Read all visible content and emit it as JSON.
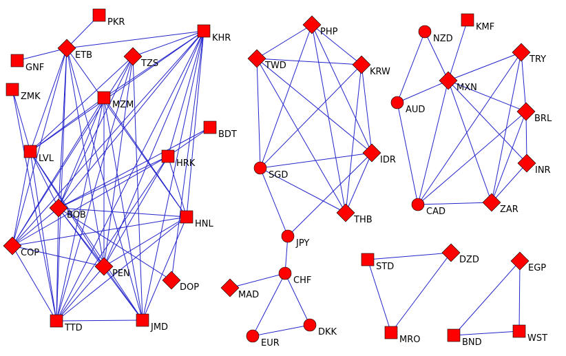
{
  "colors": {
    "node_fill": "#ff0000",
    "edge": "#2222cc",
    "label": "#000000",
    "background": "#ffffff"
  },
  "nodes": [
    {
      "id": "PKR",
      "shape": "square"
    },
    {
      "id": "GNF",
      "shape": "square"
    },
    {
      "id": "ETB",
      "shape": "diamond"
    },
    {
      "id": "TZS",
      "shape": "diamond"
    },
    {
      "id": "KHR",
      "shape": "square"
    },
    {
      "id": "ZMK",
      "shape": "square"
    },
    {
      "id": "MZM",
      "shape": "square"
    },
    {
      "id": "BDT",
      "shape": "square"
    },
    {
      "id": "LVL",
      "shape": "square"
    },
    {
      "id": "HRK",
      "shape": "square"
    },
    {
      "id": "BOB",
      "shape": "diamond"
    },
    {
      "id": "HNL",
      "shape": "square"
    },
    {
      "id": "COP",
      "shape": "diamond"
    },
    {
      "id": "PEN",
      "shape": "diamond"
    },
    {
      "id": "DOP",
      "shape": "diamond"
    },
    {
      "id": "TTD",
      "shape": "square"
    },
    {
      "id": "JMD",
      "shape": "square"
    },
    {
      "id": "PHP",
      "shape": "diamond"
    },
    {
      "id": "TWD",
      "shape": "diamond"
    },
    {
      "id": "KRW",
      "shape": "diamond"
    },
    {
      "id": "IDR",
      "shape": "diamond"
    },
    {
      "id": "SGD",
      "shape": "circle"
    },
    {
      "id": "THB",
      "shape": "diamond"
    },
    {
      "id": "JPY",
      "shape": "circle"
    },
    {
      "id": "CHF",
      "shape": "circle"
    },
    {
      "id": "MAD",
      "shape": "diamond"
    },
    {
      "id": "EUR",
      "shape": "circle"
    },
    {
      "id": "DKK",
      "shape": "circle"
    },
    {
      "id": "NZD",
      "shape": "circle"
    },
    {
      "id": "KMF",
      "shape": "square"
    },
    {
      "id": "TRY",
      "shape": "diamond"
    },
    {
      "id": "MXN",
      "shape": "diamond"
    },
    {
      "id": "AUD",
      "shape": "circle"
    },
    {
      "id": "BRL",
      "shape": "diamond"
    },
    {
      "id": "INR",
      "shape": "diamond"
    },
    {
      "id": "CAD",
      "shape": "circle"
    },
    {
      "id": "ZAR",
      "shape": "diamond"
    },
    {
      "id": "STD",
      "shape": "square"
    },
    {
      "id": "DZD",
      "shape": "diamond"
    },
    {
      "id": "MRO",
      "shape": "square"
    },
    {
      "id": "EGP",
      "shape": "diamond"
    },
    {
      "id": "BND",
      "shape": "square"
    },
    {
      "id": "WST",
      "shape": "square"
    }
  ],
  "edges": [
    [
      "PKR",
      "ETB"
    ],
    [
      "GNF",
      "ETB"
    ],
    [
      "ETB",
      "KHR"
    ],
    [
      "ETB",
      "LVL"
    ],
    [
      "ETB",
      "BOB"
    ],
    [
      "ETB",
      "TTD"
    ],
    [
      "ETB",
      "PEN"
    ],
    [
      "ETB",
      "HNL"
    ],
    [
      "ETB",
      "JMD"
    ],
    [
      "ETB",
      "COP"
    ],
    [
      "TZS",
      "KHR"
    ],
    [
      "TZS",
      "LVL"
    ],
    [
      "TZS",
      "BOB"
    ],
    [
      "TZS",
      "TTD"
    ],
    [
      "TZS",
      "PEN"
    ],
    [
      "TZS",
      "JMD"
    ],
    [
      "TZS",
      "COP"
    ],
    [
      "KHR",
      "MZM"
    ],
    [
      "KHR",
      "LVL"
    ],
    [
      "KHR",
      "BOB"
    ],
    [
      "KHR",
      "PEN"
    ],
    [
      "KHR",
      "TTD"
    ],
    [
      "KHR",
      "JMD"
    ],
    [
      "KHR",
      "HNL"
    ],
    [
      "KHR",
      "COP"
    ],
    [
      "KHR",
      "DOP"
    ],
    [
      "KHR",
      "HRK"
    ],
    [
      "ZMK",
      "LVL"
    ],
    [
      "ZMK",
      "TTD"
    ],
    [
      "MZM",
      "LVL"
    ],
    [
      "MZM",
      "BOB"
    ],
    [
      "MZM",
      "PEN"
    ],
    [
      "MZM",
      "TTD"
    ],
    [
      "MZM",
      "JMD"
    ],
    [
      "MZM",
      "HNL"
    ],
    [
      "MZM",
      "COP"
    ],
    [
      "BDT",
      "HRK"
    ],
    [
      "BDT",
      "BOB"
    ],
    [
      "LVL",
      "BOB"
    ],
    [
      "LVL",
      "PEN"
    ],
    [
      "LVL",
      "TTD"
    ],
    [
      "LVL",
      "JMD"
    ],
    [
      "LVL",
      "COP"
    ],
    [
      "HRK",
      "BOB"
    ],
    [
      "HRK",
      "PEN"
    ],
    [
      "HRK",
      "TTD"
    ],
    [
      "HRK",
      "HNL"
    ],
    [
      "HRK",
      "COP"
    ],
    [
      "BOB",
      "HNL"
    ],
    [
      "BOB",
      "COP"
    ],
    [
      "BOB",
      "PEN"
    ],
    [
      "BOB",
      "TTD"
    ],
    [
      "BOB",
      "JMD"
    ],
    [
      "BOB",
      "DOP"
    ],
    [
      "HNL",
      "PEN"
    ],
    [
      "HNL",
      "TTD"
    ],
    [
      "HNL",
      "JMD"
    ],
    [
      "HNL",
      "COP"
    ],
    [
      "COP",
      "PEN"
    ],
    [
      "COP",
      "TTD"
    ],
    [
      "PEN",
      "TTD"
    ],
    [
      "PEN",
      "JMD"
    ],
    [
      "TTD",
      "JMD"
    ],
    [
      "PHP",
      "TWD"
    ],
    [
      "PHP",
      "KRW"
    ],
    [
      "PHP",
      "SGD"
    ],
    [
      "PHP",
      "THB"
    ],
    [
      "PHP",
      "IDR"
    ],
    [
      "TWD",
      "KRW"
    ],
    [
      "TWD",
      "SGD"
    ],
    [
      "TWD",
      "THB"
    ],
    [
      "TWD",
      "IDR"
    ],
    [
      "KRW",
      "SGD"
    ],
    [
      "KRW",
      "THB"
    ],
    [
      "KRW",
      "IDR"
    ],
    [
      "IDR",
      "SGD"
    ],
    [
      "IDR",
      "THB"
    ],
    [
      "IDR",
      "JPY"
    ],
    [
      "SGD",
      "THB"
    ],
    [
      "SGD",
      "JPY"
    ],
    [
      "JPY",
      "CHF"
    ],
    [
      "CHF",
      "MAD"
    ],
    [
      "CHF",
      "EUR"
    ],
    [
      "CHF",
      "DKK"
    ],
    [
      "EUR",
      "DKK"
    ],
    [
      "NZD",
      "MXN"
    ],
    [
      "NZD",
      "AUD"
    ],
    [
      "KMF",
      "MXN"
    ],
    [
      "TRY",
      "MXN"
    ],
    [
      "TRY",
      "BRL"
    ],
    [
      "TRY",
      "CAD"
    ],
    [
      "TRY",
      "ZAR"
    ],
    [
      "MXN",
      "AUD"
    ],
    [
      "MXN",
      "BRL"
    ],
    [
      "MXN",
      "CAD"
    ],
    [
      "MXN",
      "ZAR"
    ],
    [
      "MXN",
      "INR"
    ],
    [
      "AUD",
      "CAD"
    ],
    [
      "BRL",
      "INR"
    ],
    [
      "BRL",
      "ZAR"
    ],
    [
      "BRL",
      "CAD"
    ],
    [
      "INR",
      "ZAR"
    ],
    [
      "CAD",
      "ZAR"
    ],
    [
      "STD",
      "DZD"
    ],
    [
      "STD",
      "MRO"
    ],
    [
      "DZD",
      "MRO"
    ],
    [
      "EGP",
      "BND"
    ],
    [
      "EGP",
      "WST"
    ],
    [
      "BND",
      "WST"
    ]
  ]
}
